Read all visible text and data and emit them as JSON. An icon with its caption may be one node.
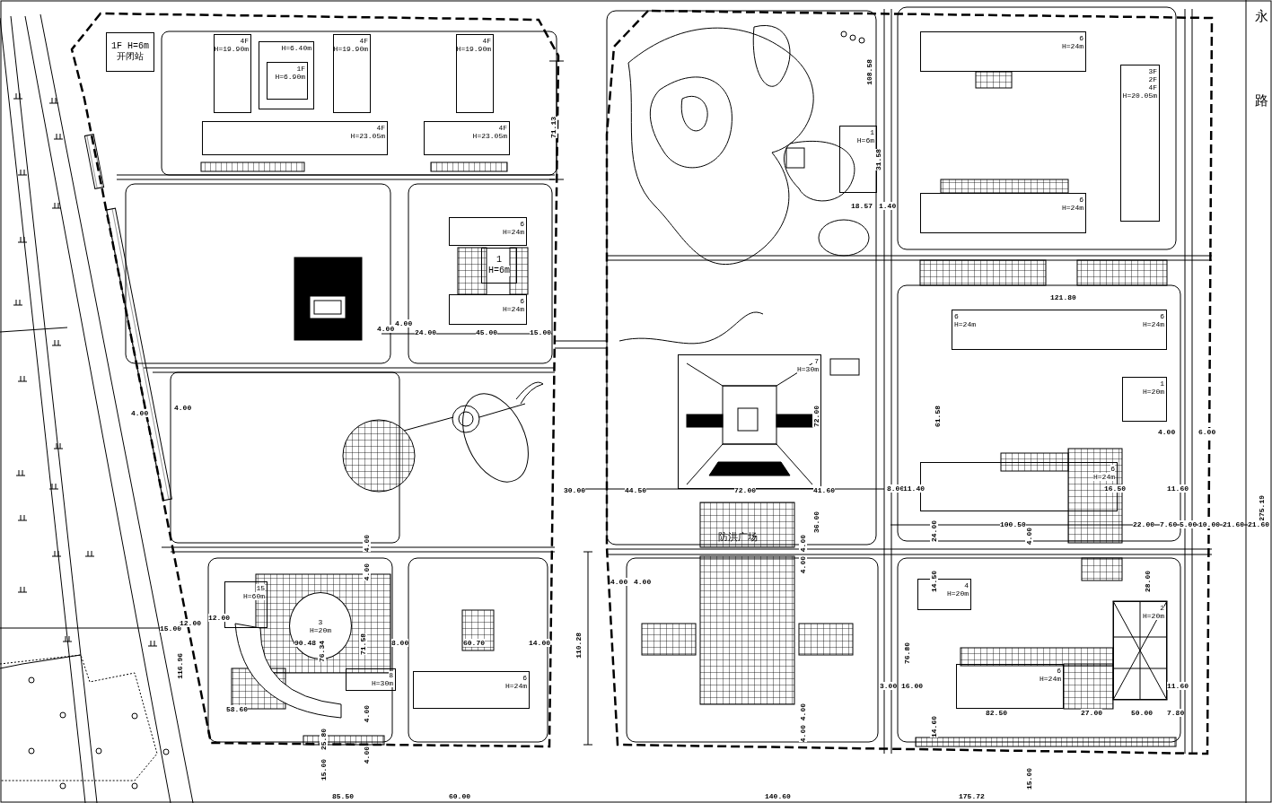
{
  "diagram": {
    "nodes": [
      {
        "text": [
          "1F H=6m",
          "开闭站"
        ]
      },
      {
        "text": [
          "4F",
          "H=19.90m"
        ]
      },
      {
        "text": [
          "H=6.40m"
        ]
      },
      {
        "text": [
          "1F",
          "H=6.90m"
        ],
        "in": 2
      },
      {
        "text": [
          "4F",
          "H=19.90m"
        ]
      },
      {
        "text": [
          "4F",
          "H=23.05m"
        ]
      },
      {
        "text": [
          "4F",
          "H=19.90m"
        ]
      },
      {
        "text": [
          "4F",
          "H=23.05m"
        ]
      },
      {
        "text": [
          "6",
          "H=24m"
        ]
      },
      {
        "text": [
          "1",
          "H=6m"
        ]
      },
      {
        "text": [
          "6",
          "H=24m"
        ]
      },
      {
        "text": [
          "7",
          "H=30m"
        ]
      },
      {
        "text": [
          "1",
          "H=6m"
        ]
      },
      {
        "text": [
          "6",
          "H=24m"
        ]
      },
      {
        "text": [
          "6",
          "H=24m"
        ]
      },
      {
        "text": [
          "3F",
          "2F",
          "4F",
          "H=20.05m"
        ]
      },
      {
        "text": [
          "6",
          "H=24m",
          "6",
          "H=24m"
        ]
      },
      {
        "text": [
          "1",
          "H=20m"
        ]
      },
      {
        "text": [
          "6",
          "H=24m"
        ]
      },
      {
        "text": [
          "4",
          "H=20m"
        ]
      },
      {
        "text": [
          "2",
          "H=20m"
        ]
      },
      {
        "text": [
          "6",
          "H=24m"
        ]
      },
      {
        "text": [
          "15",
          "H=60m"
        ]
      },
      {
        "text": [
          "3",
          "H=20m"
        ]
      },
      {
        "text": [
          "8",
          "H=30m"
        ]
      },
      {
        "text": [
          "6",
          "H=24m"
        ]
      }
    ],
    "labels": [
      "71.13",
      "4.00",
      "4.00",
      "24.00",
      "45.00",
      "15.00",
      "4.00",
      "4.00",
      "30.00",
      "44.50",
      "72.00",
      "41.60",
      "72.00",
      "36.00",
      "防洪广场",
      "4.00",
      "4.00",
      "4.00",
      "4.00",
      "110.28",
      "4.00",
      "4.00",
      "90.48",
      "76.34",
      "71.58",
      "8.00",
      "60.70",
      "14.00",
      "15.00",
      "12.00",
      "12.00",
      "116.96",
      "58.60",
      "4.00",
      "4.00",
      "4.00",
      "4.00",
      "25.80",
      "15.00",
      "85.50",
      "60.00",
      "140.60",
      "175.72",
      "275.19",
      "108.58",
      "31.58",
      "18.57",
      "1.40",
      "121.80",
      "61.58",
      "8.00",
      "11.40",
      "100.50",
      "24.00",
      "14.50",
      "4.00",
      "28.00",
      "76.80",
      "3.00",
      "16.00",
      "82.50",
      "27.00",
      "50.00",
      "7.80",
      "11.60",
      "16.50",
      "11.60",
      "22.00",
      "7.60",
      "5.00",
      "10.00",
      "21.60",
      "21.60",
      "4.00",
      "6.00",
      "14.60",
      "15.00",
      "永",
      "路"
    ]
  }
}
